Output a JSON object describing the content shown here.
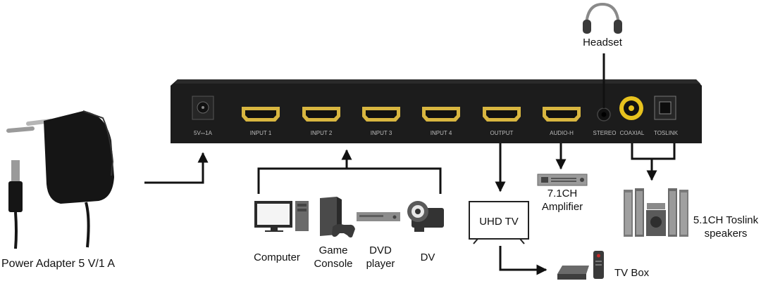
{
  "device": {
    "ports": [
      {
        "label": "5V⎓1A"
      },
      {
        "label": "INPUT 1"
      },
      {
        "label": "INPUT 2"
      },
      {
        "label": "INPUT 3"
      },
      {
        "label": "INPUT 4"
      },
      {
        "label": "OUTPUT"
      },
      {
        "label": "AUDIO-H"
      },
      {
        "label": "STEREO"
      },
      {
        "label": "COAXIAL"
      },
      {
        "label": "TOSLINK"
      }
    ]
  },
  "labels": {
    "power_adapter": "Power Adapter 5 V/1 A",
    "headset": "Headset",
    "computer": "Computer",
    "game_console": "Game\nConsole",
    "dvd_player": "DVD\nplayer",
    "dv": "DV",
    "uhd_tv": "UHD TV",
    "amplifier": "7.1CH\nAmplifier",
    "toslink_speakers": "5.1CH Toslink\nspeakers",
    "tv_box": "TV Box"
  },
  "colors": {
    "device_body": "#1c1c1c",
    "port_gold": "#d8b640",
    "port_text": "#bdbdbd",
    "line": "#111111",
    "coax_ring": "#e7c21e"
  }
}
